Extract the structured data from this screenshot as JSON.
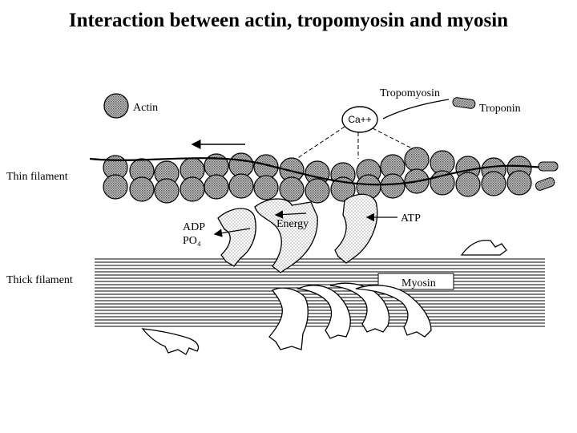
{
  "title": "Interaction between actin, tropomyosin and myosin",
  "legend": {
    "actin_label": "Actin"
  },
  "labels": {
    "tropomyosin": "Tropomyosin",
    "troponin": "Troponin",
    "calcium": "Ca++",
    "thin_filament": "Thin filament",
    "thick_filament": "Thick filament",
    "adp": "ADP",
    "po4": "PO₄",
    "energy": "Energy",
    "atp": "ATP",
    "myosin": "Myosin"
  },
  "colors": {
    "actin_fill": "#9a9a9a",
    "myosin_head_fill": "#d4d4d4",
    "line": "#000000"
  }
}
